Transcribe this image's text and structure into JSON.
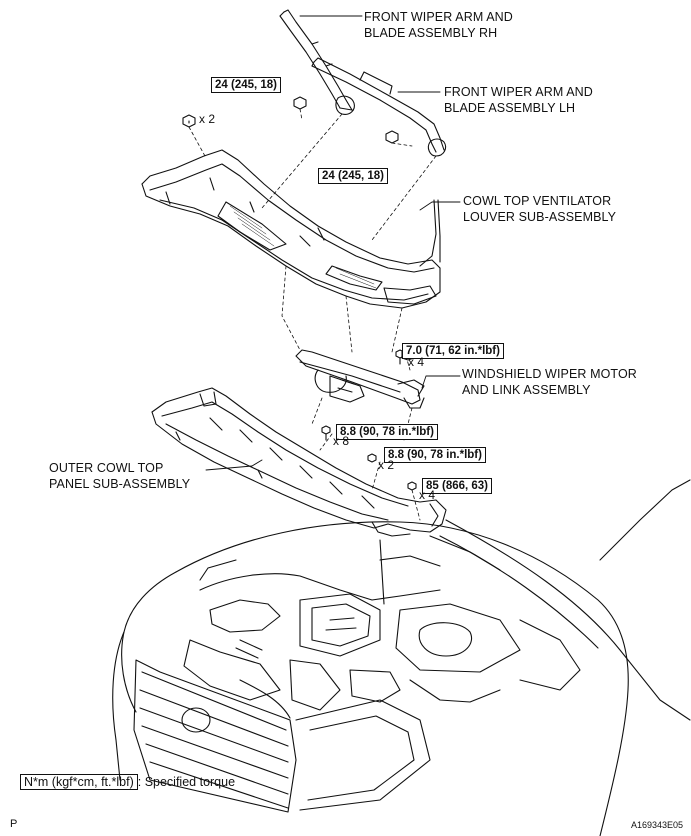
{
  "labels": {
    "wiper_rh": [
      "FRONT WIPER ARM AND",
      "BLADE ASSEMBLY RH"
    ],
    "wiper_lh": [
      "FRONT WIPER ARM AND",
      "BLADE ASSEMBLY LH"
    ],
    "louver": [
      "COWL TOP VENTILATOR",
      "LOUVER SUB-ASSEMBLY"
    ],
    "motor": [
      "WINDSHIELD WIPER MOTOR",
      "AND LINK ASSEMBLY"
    ],
    "outer_panel": [
      "OUTER COWL TOP",
      "PANEL SUB-ASSEMBLY"
    ]
  },
  "torques": {
    "rh_nut": "24 (245, 18)",
    "lh_nut": "24 (245, 18)",
    "motor_bolts": "7.0 (71, 62 in.*lbf)",
    "panel_bolts_a": "8.8 (90, 78 in.*lbf)",
    "panel_bolts_b": "8.8 (90, 78 in.*lbf)",
    "panel_nuts": "85 (866, 63)"
  },
  "quantities": {
    "clips": "x 2",
    "motor_bolts": "x 4",
    "panel_bolts_a": "x 8",
    "panel_bolts_b": "x 2",
    "panel_nuts": "x 4"
  },
  "legend": {
    "units": "N*m (kgf*cm, ft.*lbf)",
    "meaning": ": Specified torque"
  },
  "corner_letter": "P",
  "figure_id": "A169343E05"
}
